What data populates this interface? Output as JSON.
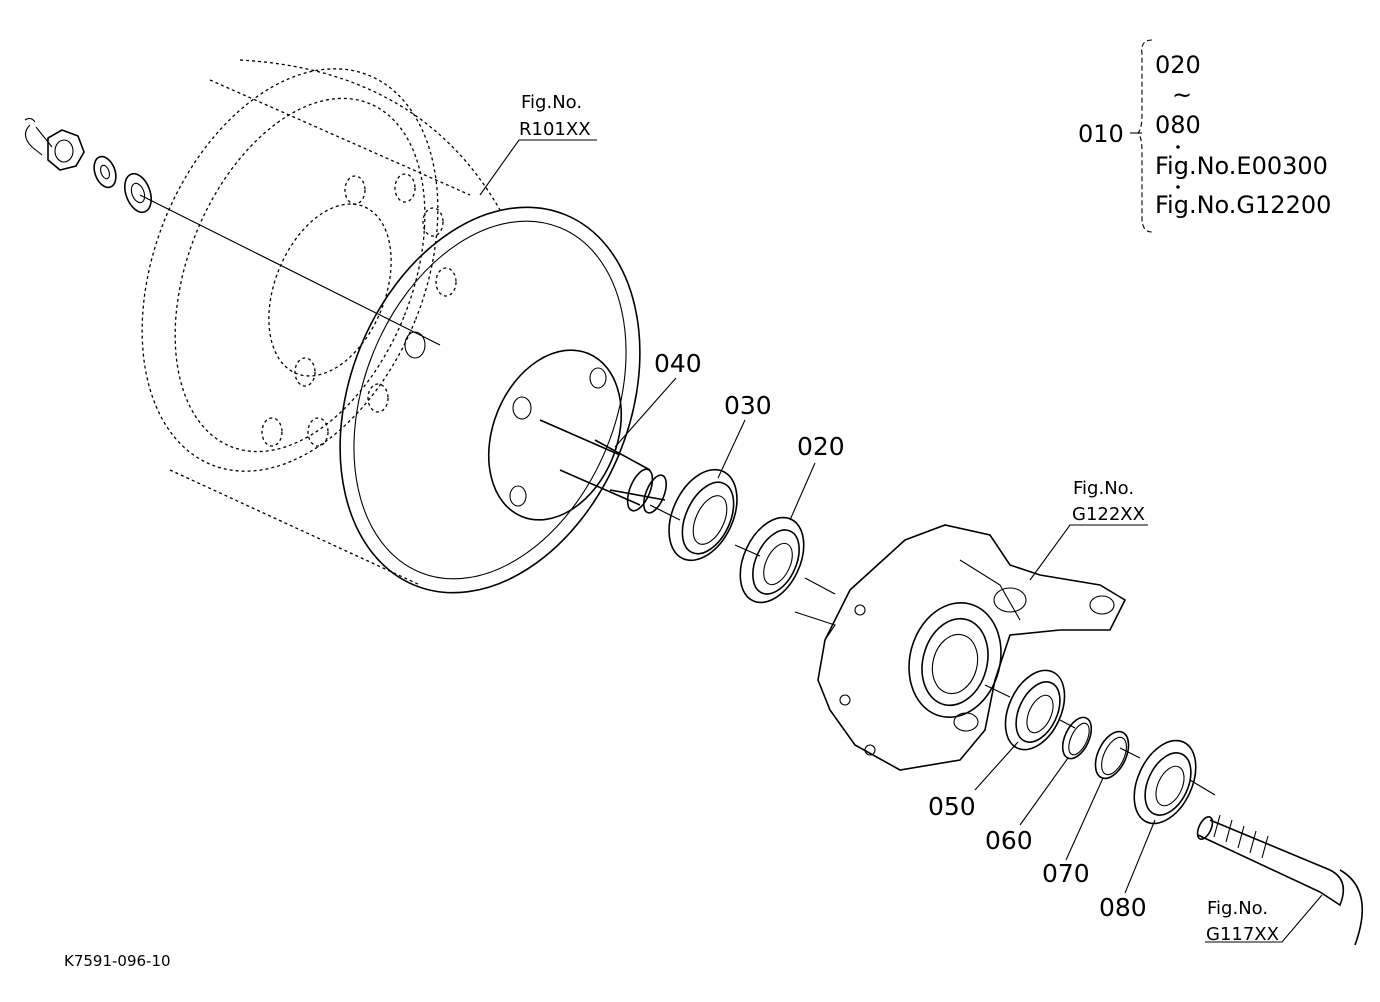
{
  "callouts": {
    "c020": "020",
    "c030": "030",
    "c040": "040",
    "c050": "050",
    "c060": "060",
    "c070": "070",
    "c080": "080"
  },
  "figure_refs": {
    "wheel": {
      "line1": "Fig.No.",
      "line2": "R101XX"
    },
    "knuckle": {
      "line1": "Fig.No.",
      "line2": "G122XX"
    },
    "axle": {
      "line1": "Fig.No.",
      "line2": "G117XX"
    }
  },
  "bracket": {
    "parent": "010",
    "range_start": "020",
    "range_mark": "~",
    "range_end": "080",
    "ref1": "Fig.No.E00300",
    "ref2": "Fig.No.G12200"
  },
  "drawing_code": "K7591-096-10"
}
